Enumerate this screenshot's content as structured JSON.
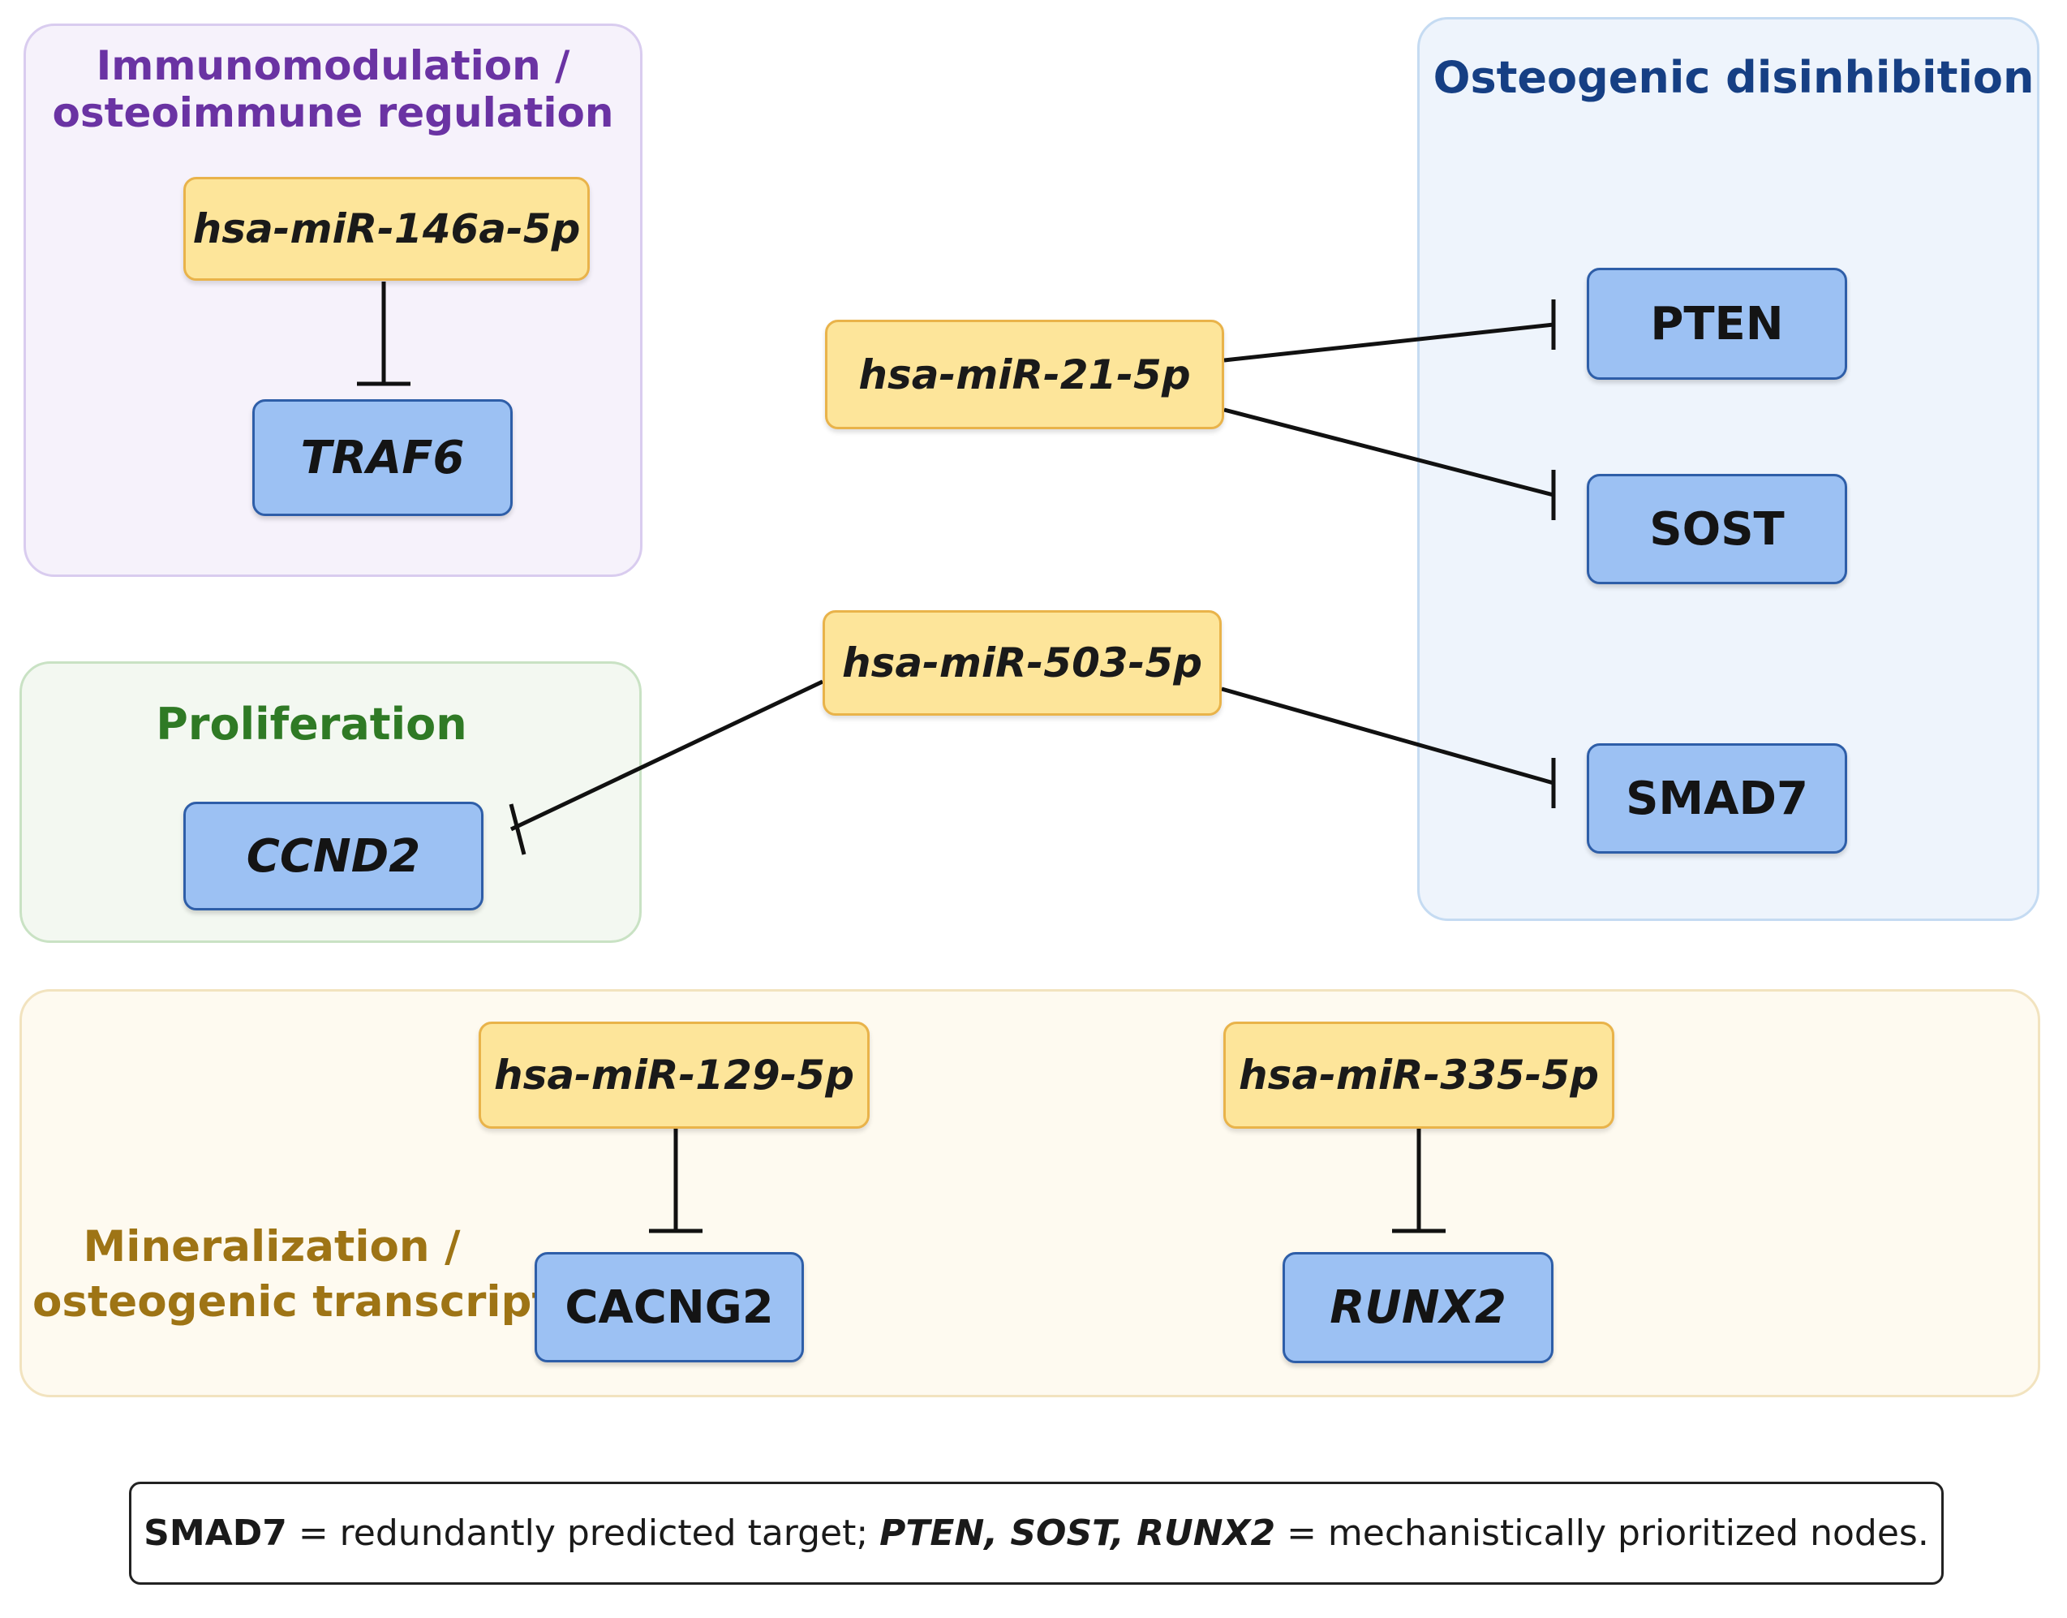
{
  "groups": {
    "immuno": {
      "title_line1": "Immunomodulation /",
      "title_line2": "osteoimmune regulation",
      "color": "#6a33a3"
    },
    "prolif": {
      "title": "Proliferation",
      "color": "#2f7a25"
    },
    "osteo": {
      "title": "Osteogenic disinhibition",
      "color": "#163f84"
    },
    "mineral": {
      "title_line1": "Mineralization /",
      "title_line2": "osteogenic transcription",
      "color": "#9e7415"
    }
  },
  "mirnas": {
    "m146": "hsa-miR-146a-5p",
    "m21": "hsa-miR-21-5p",
    "m503": "hsa-miR-503-5p",
    "m129": "hsa-miR-129-5p",
    "m335": "hsa-miR-335-5p"
  },
  "genes": {
    "traf6": "TRAF6",
    "pten": "PTEN",
    "sost": "SOST",
    "smad7": "SMAD7",
    "ccnd2": "CCND2",
    "cacng2": "CACNG2",
    "runx2": "RUNX2"
  },
  "edges": [
    {
      "from": "hsa-miR-146a-5p",
      "to": "TRAF6",
      "type": "inhibition"
    },
    {
      "from": "hsa-miR-21-5p",
      "to": "PTEN",
      "type": "inhibition"
    },
    {
      "from": "hsa-miR-21-5p",
      "to": "SOST",
      "type": "inhibition"
    },
    {
      "from": "hsa-miR-503-5p",
      "to": "CCND2",
      "type": "inhibition"
    },
    {
      "from": "hsa-miR-503-5p",
      "to": "SMAD7",
      "type": "inhibition"
    },
    {
      "from": "hsa-miR-129-5p",
      "to": "CACNG2",
      "type": "inhibition"
    },
    {
      "from": "hsa-miR-335-5p",
      "to": "RUNX2",
      "type": "inhibition"
    }
  ],
  "legend": {
    "smad7": "SMAD7",
    "eq1": " = redundantly predicted target; ",
    "prioritized": "PTEN, SOST, RUNX2",
    "eq2": " = mechanistically prioritized nodes."
  },
  "colors": {
    "mirna_fill": "#fde59a",
    "mirna_border": "#e9b34a",
    "gene_fill": "#9cc1f3",
    "gene_border": "#2e5ea8"
  }
}
